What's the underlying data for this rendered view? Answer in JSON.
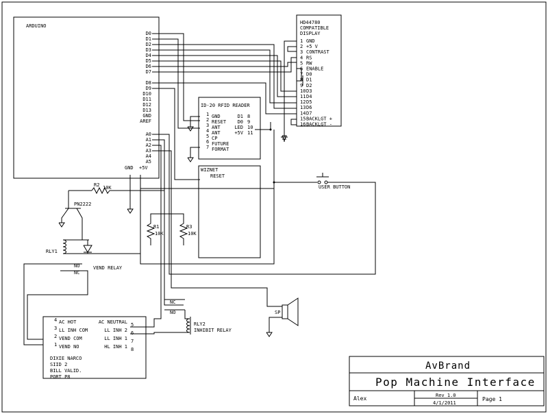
{
  "arduino": {
    "title": "ARDUINO",
    "pins_right": [
      "D0",
      "D1",
      "D2",
      "D3",
      "D4",
      "D5",
      "D6",
      "D7",
      "D8",
      "D9",
      "D10",
      "D11",
      "D12",
      "D13",
      "GND",
      "AREF"
    ],
    "analog": [
      "A0",
      "A1",
      "A2",
      "A3",
      "A4",
      "A5"
    ],
    "gnd_label": "GND",
    "v5_label": "+5V"
  },
  "lcd": {
    "title_lines": [
      "HD44780",
      "COMPATIBLE",
      "DISPLAY"
    ],
    "pins": [
      {
        "n": "1",
        "name": "GND"
      },
      {
        "n": "2",
        "name": "+5 V"
      },
      {
        "n": "3",
        "name": "CONTRAST"
      },
      {
        "n": "4",
        "name": "RS"
      },
      {
        "n": "5",
        "name": "RW"
      },
      {
        "n": "6",
        "name": "ENABLE"
      },
      {
        "n": "7",
        "name": "D0"
      },
      {
        "n": "8",
        "name": "D1"
      },
      {
        "n": "9",
        "name": "D2"
      },
      {
        "n": "10",
        "name": "D3"
      },
      {
        "n": "11",
        "name": "D4"
      },
      {
        "n": "12",
        "name": "D5"
      },
      {
        "n": "13",
        "name": "D6"
      },
      {
        "n": "14",
        "name": "D7"
      },
      {
        "n": "15",
        "name": "BACKLGT +"
      },
      {
        "n": "16",
        "name": "BACKLGT -"
      }
    ]
  },
  "rfid": {
    "title": "ID-20 RFID READER",
    "left_pins": [
      {
        "n": "1",
        "name": "GND"
      },
      {
        "n": "2",
        "name": "RESET"
      },
      {
        "n": "3",
        "name": "ANT"
      },
      {
        "n": "4",
        "name": "ANT"
      },
      {
        "n": "5",
        "name": "CP"
      },
      {
        "n": "6",
        "name": "FUTURE"
      },
      {
        "n": "7",
        "name": "FORMAT"
      }
    ],
    "right_pins": [
      {
        "name": "D1",
        "n": "8"
      },
      {
        "name": "D0",
        "n": "9"
      },
      {
        "name": "LED",
        "n": "10"
      },
      {
        "name": "+5V",
        "n": "11"
      }
    ]
  },
  "wiznet": {
    "title": "WIZNET",
    "reset": "RESET"
  },
  "user_button": "USER BUTTON",
  "transistor": "PN2222",
  "r2": {
    "name": "R2",
    "value": "10K"
  },
  "r1": {
    "name": "R1",
    "value": "10K"
  },
  "r3": {
    "name": "R3",
    "value": "10K"
  },
  "rly1": {
    "name": "RLY1",
    "no": "NO",
    "nc": "NC",
    "label": "VEND RELAY"
  },
  "rly2": {
    "name": "RLY2",
    "label": "INHIBIT RELAY",
    "nc": "NC",
    "no": "NO"
  },
  "speaker": "SP",
  "dixie": {
    "left_pins": [
      {
        "n": "4",
        "name": "AC HOT"
      },
      {
        "n": "3",
        "name": "LL INH COM"
      },
      {
        "n": "2",
        "name": "VEND COM"
      },
      {
        "n": "1",
        "name": "VEND NO"
      }
    ],
    "right_pins": [
      {
        "name": "AC NEUTRAL",
        "n": "5"
      },
      {
        "name": "LL INH 2",
        "n": "6"
      },
      {
        "name": "LL INH 1",
        "n": "7"
      },
      {
        "name": "HL INH 1",
        "n": "8"
      }
    ],
    "footer": [
      "DIXIE NARCO",
      "SIID 2",
      "BILL VALID.",
      "PORT P8"
    ]
  },
  "title_block": {
    "company": "AvBrand",
    "title": "Pop Machine Interface",
    "author": "Alex",
    "rev": "Rev 1.0",
    "date": "4/1/2011",
    "page": "Page 1"
  }
}
